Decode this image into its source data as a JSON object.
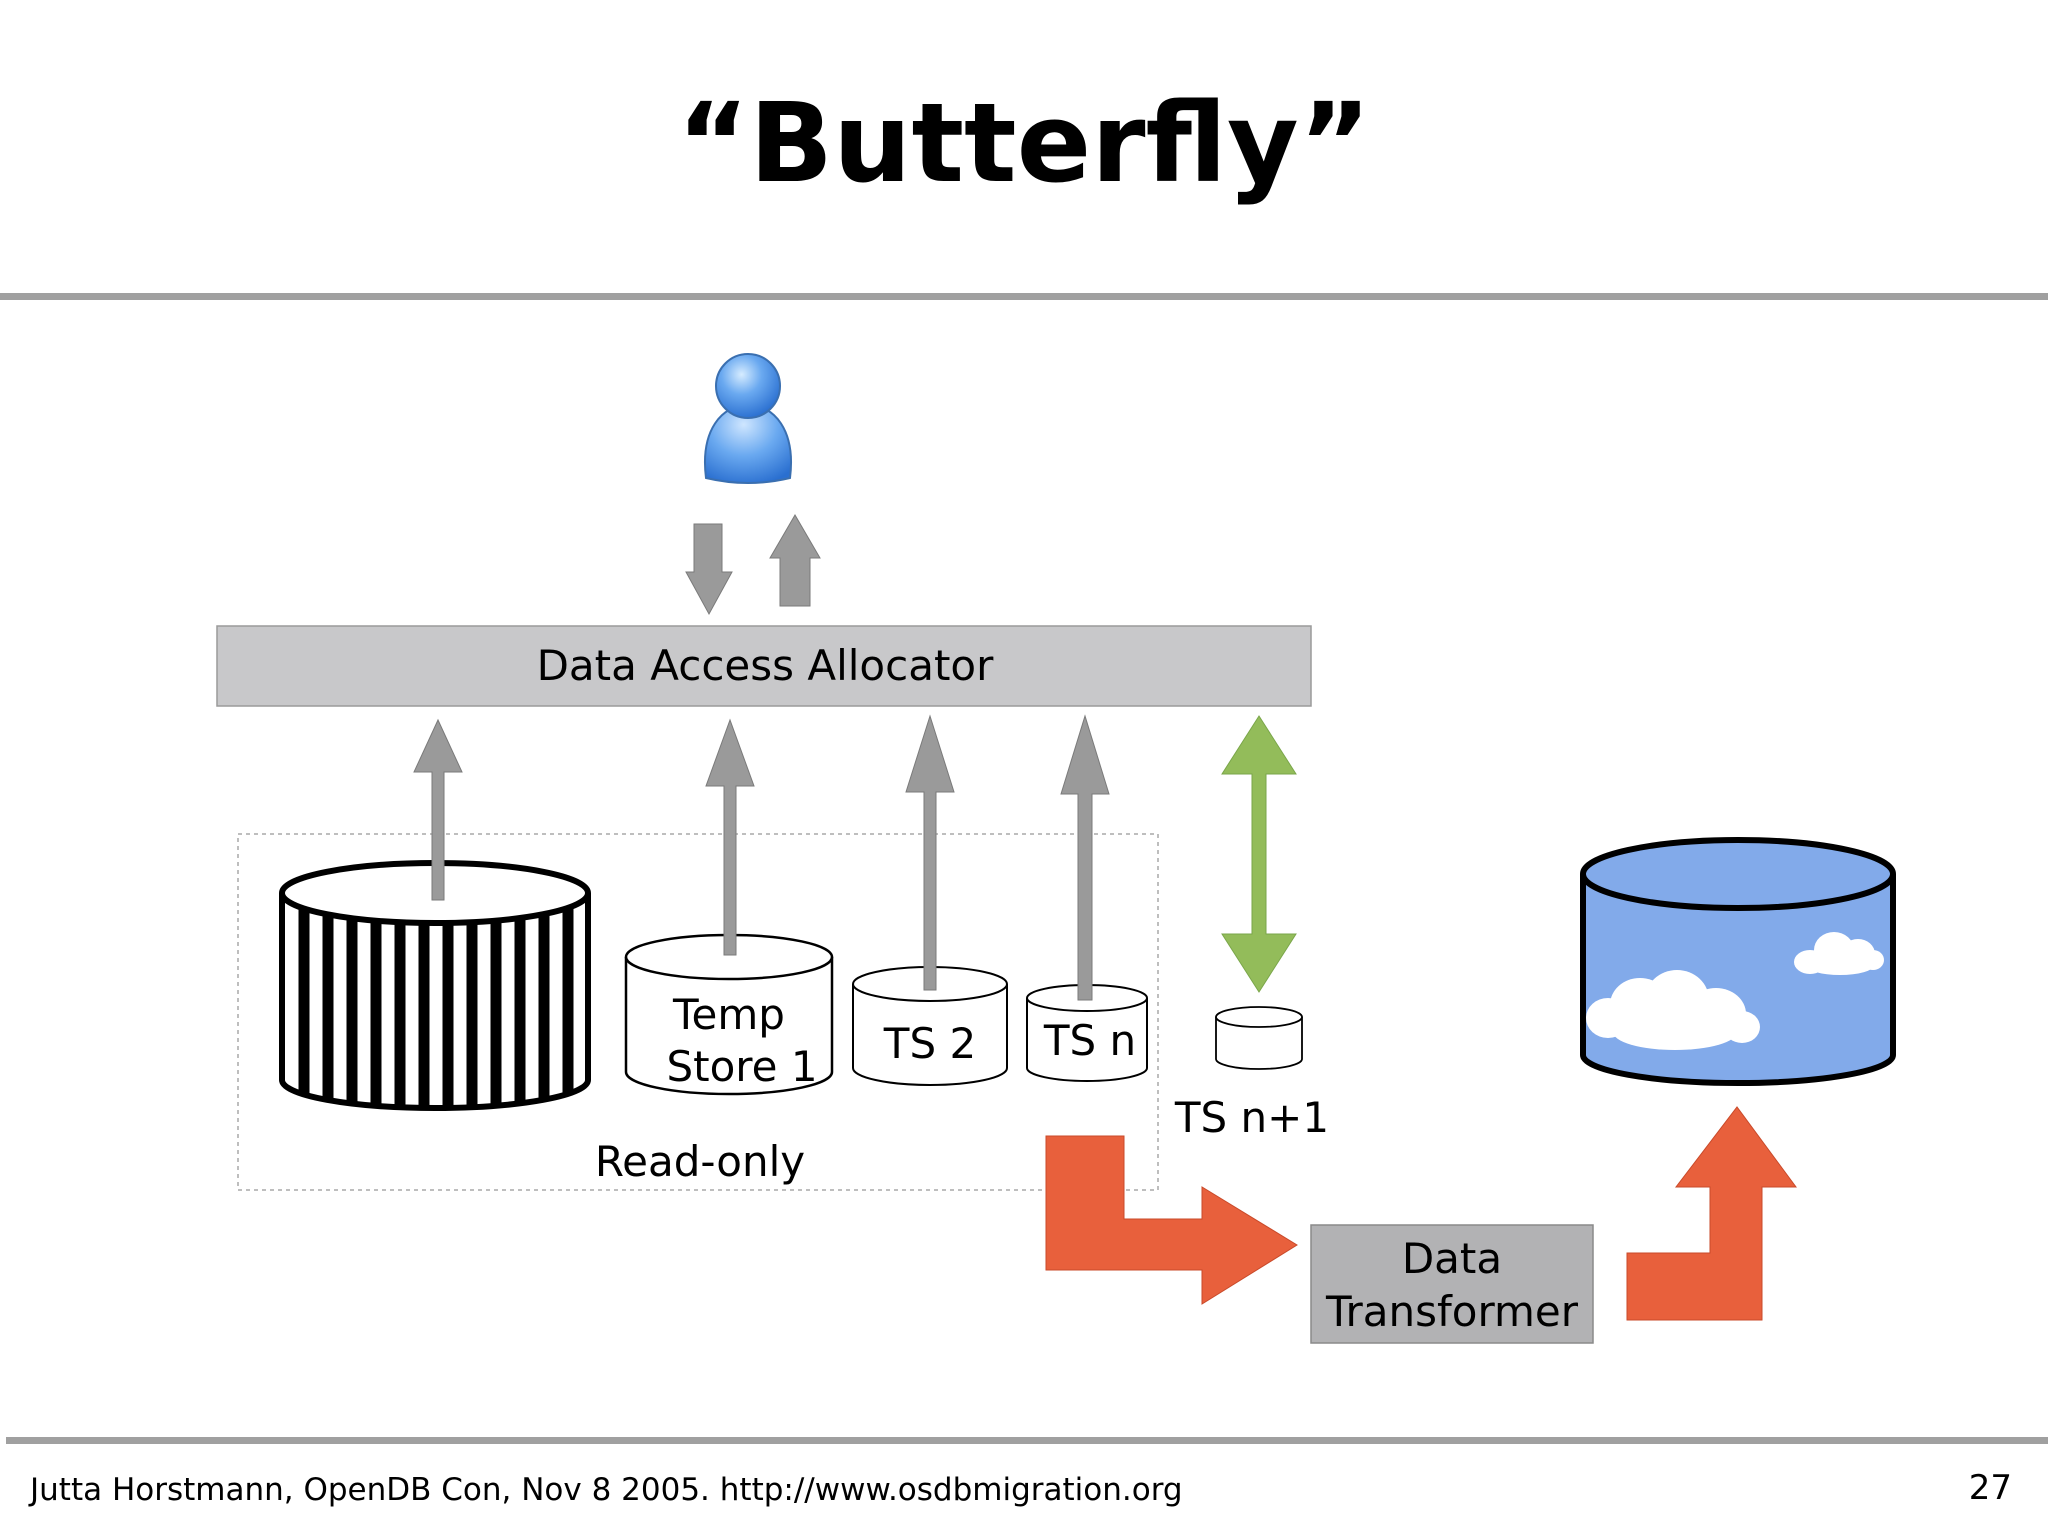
{
  "slide": {
    "title": "“Butterfly”",
    "footer": "Jutta Horstmann, OpenDB Con, Nov 8 2005. http://www.osdbmigration.org",
    "page_number": "27"
  },
  "diagram": {
    "allocator_label": "Data Access Allocator",
    "temp_store_line1": "Temp",
    "temp_store_line2": "Store 1",
    "ts2_label": "TS 2",
    "tsn_label": "TS n",
    "tsn1_label": "TS n+1",
    "readonly_label": "Read-only",
    "transformer_line1": "Data",
    "transformer_line2": "Transformer"
  },
  "icons": {
    "user": "user-icon",
    "source_database": "striped-database-icon",
    "target_database": "cloud-database-icon"
  },
  "colors": {
    "allocator_fill": "#c8c8ca",
    "transformer_fill": "#b2b2b4",
    "gray_arrow": "#9a9a9a",
    "green_arrow": "#93bc5a",
    "orange_arrow": "#e8603c",
    "target_db_fill": "#82aaea",
    "user_blue": "#4a8ee6"
  }
}
